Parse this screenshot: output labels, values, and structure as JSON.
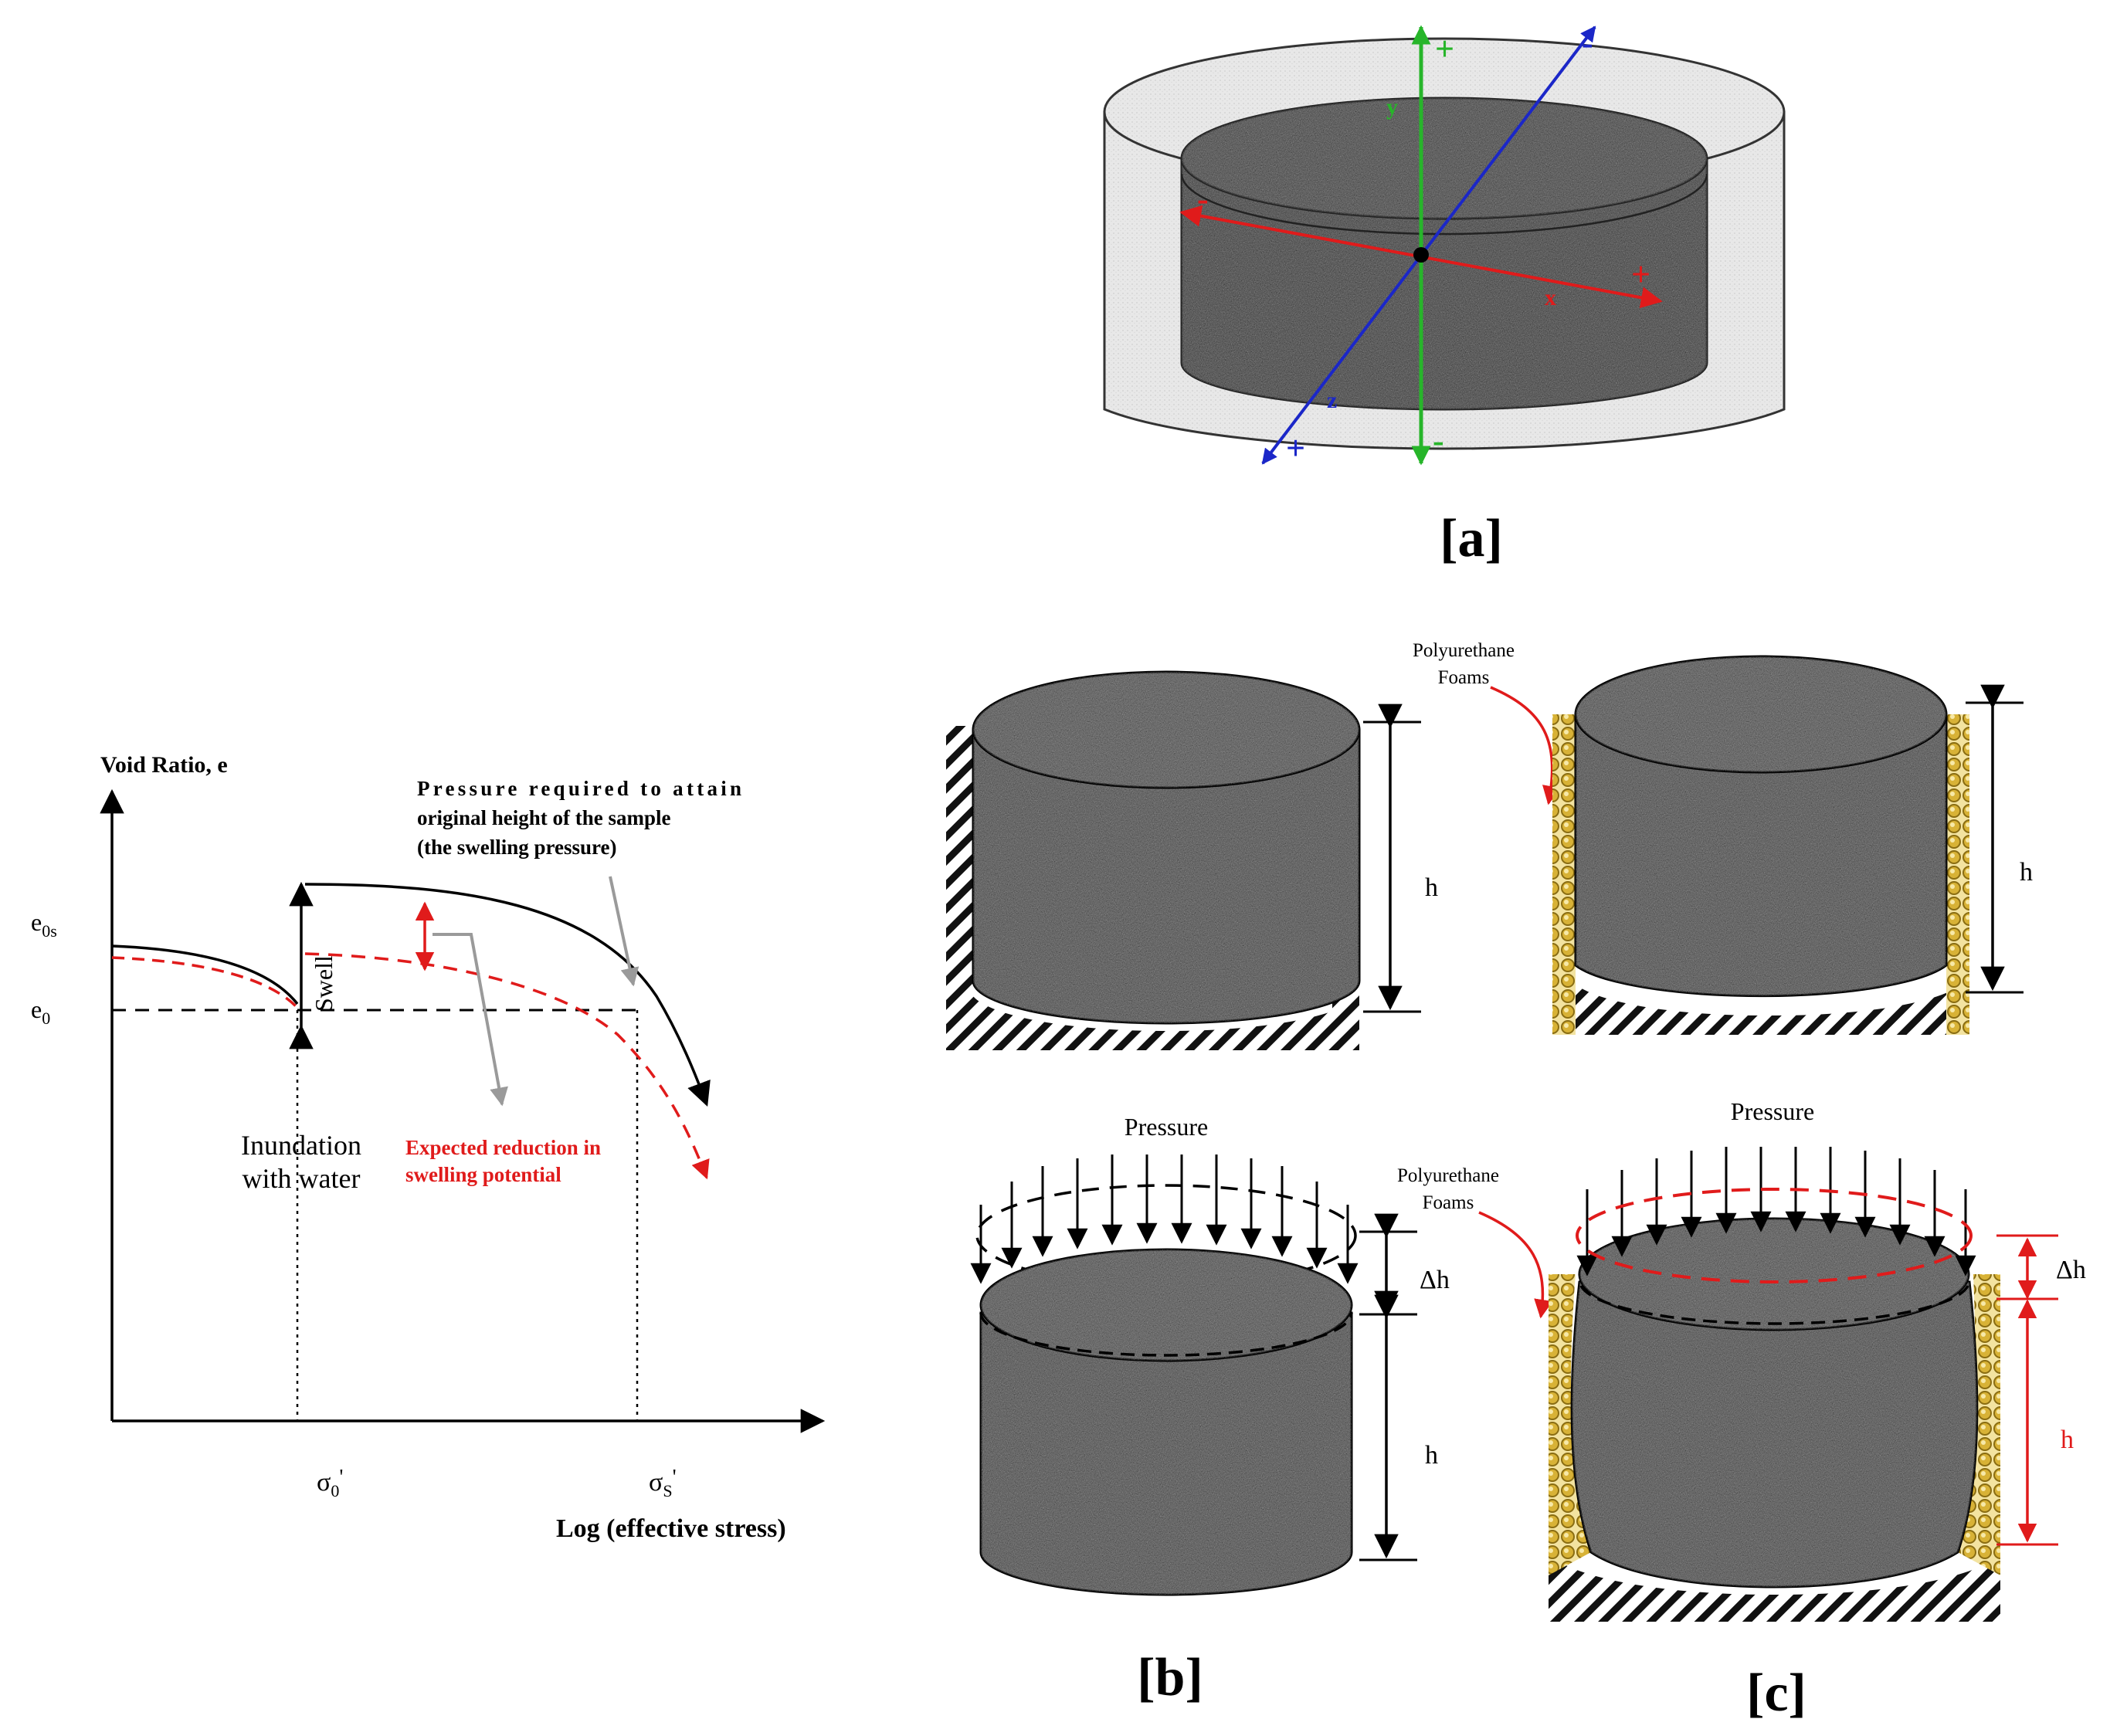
{
  "colors": {
    "red": "#e01b1b",
    "blue": "#1b27c8",
    "green": "#27b52a",
    "soil_dark": "#474747",
    "soil_light": "#7b7b7b",
    "vessel": "#e7e7e7",
    "foam": "#d8b236",
    "black": "#000000"
  },
  "panel_a": {
    "label": "[a]",
    "axis_x_letter": "x",
    "axis_y_letter": "y",
    "axis_z_letter": "z",
    "plus": "+",
    "minus": "-"
  },
  "graph": {
    "y_title": "Void Ratio, e",
    "e0s": "e",
    "e0s_sub": "0s",
    "e0": "e",
    "e0_sub": "0",
    "swell": "Swell",
    "pressure_note": [
      "Pressure required to attain",
      "original height of the sample",
      "(the swelling pressure)"
    ],
    "inundation": [
      "Inundation",
      "with water"
    ],
    "expected": [
      "Expected reduction in",
      "swelling potential"
    ],
    "sigma0": "σ",
    "sigma0_sub": "0",
    "sigma0_prime": "'",
    "sigmaS": "σ",
    "sigmaS_sub": "S",
    "sigmaS_prime": "'",
    "x_title": "Log (effective stress)"
  },
  "panel_b": {
    "label": "[b]",
    "h_top": "h",
    "pressure": "Pressure",
    "dh": "Δh",
    "h_bottom": "h"
  },
  "panel_c": {
    "label": "[c]",
    "foam_top": [
      "Polyurethane",
      "Foams"
    ],
    "h_top": "h",
    "pressure": "Pressure",
    "foam_bottom": [
      "Polyurethane",
      "Foams"
    ],
    "dh": "Δh",
    "h_bottom": "h"
  }
}
